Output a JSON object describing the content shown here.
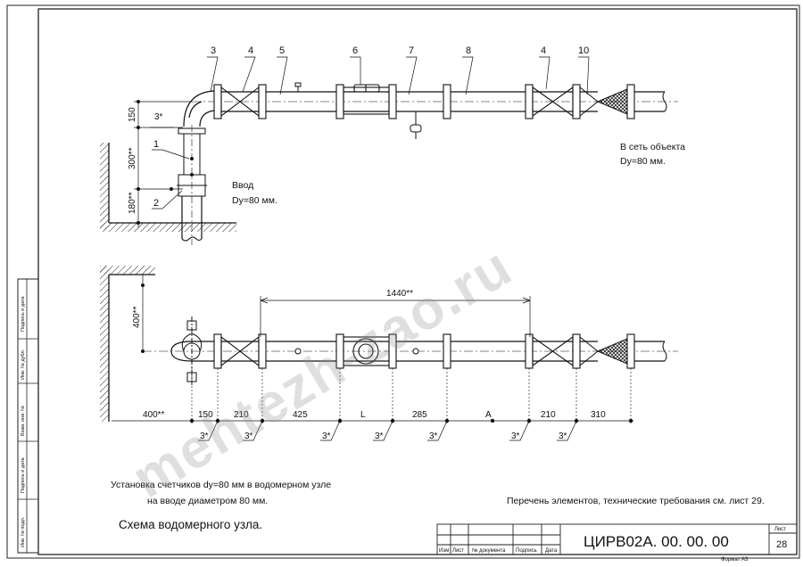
{
  "top_view": {
    "callouts": [
      "3",
      "4",
      "5",
      "6",
      "7",
      "8",
      "4",
      "10"
    ],
    "left_callouts": [
      "1",
      "2"
    ],
    "dims": [
      "150",
      "3*",
      "300**",
      "180**"
    ],
    "inlet_label": "Ввод",
    "inlet_size": "Dy=80 мм.",
    "outlet_label": "В сеть объекта",
    "outlet_size": "Dy=80 мм."
  },
  "bottom_view": {
    "dim_vertical": "400**",
    "dim_overall": "1440**",
    "chain_dims": [
      "400**",
      "150",
      "210",
      "425",
      "L",
      "285",
      "A",
      "210",
      "310"
    ],
    "weld_marks": [
      "3*",
      "3*",
      "3*",
      "3*",
      "3*",
      "3*",
      "3*"
    ]
  },
  "notes": {
    "install_line1": "Установка счетчиков dy=80 мм в водомерном узле",
    "install_line2": "на вводе диаметром 80 мм.",
    "reference": "Перечень элементов, технические требования см. лист 29.",
    "title": "Схема водомерного узла."
  },
  "title_block": {
    "headers": [
      "Изм",
      "Лист",
      "№ документа",
      "Подпись",
      "Дата"
    ],
    "designation": "ЦИРВ02А. 00. 00. 00",
    "sheet_label": "Лист",
    "sheet_number": "28",
    "format": "Формат А3"
  },
  "side_stamp": [
    "Подпись и дата",
    "Инв. № дубл.",
    "Взам. инв. №",
    "Подпись и дата",
    "Инв. № подл."
  ],
  "watermark": "mehtezh-zao.ru"
}
